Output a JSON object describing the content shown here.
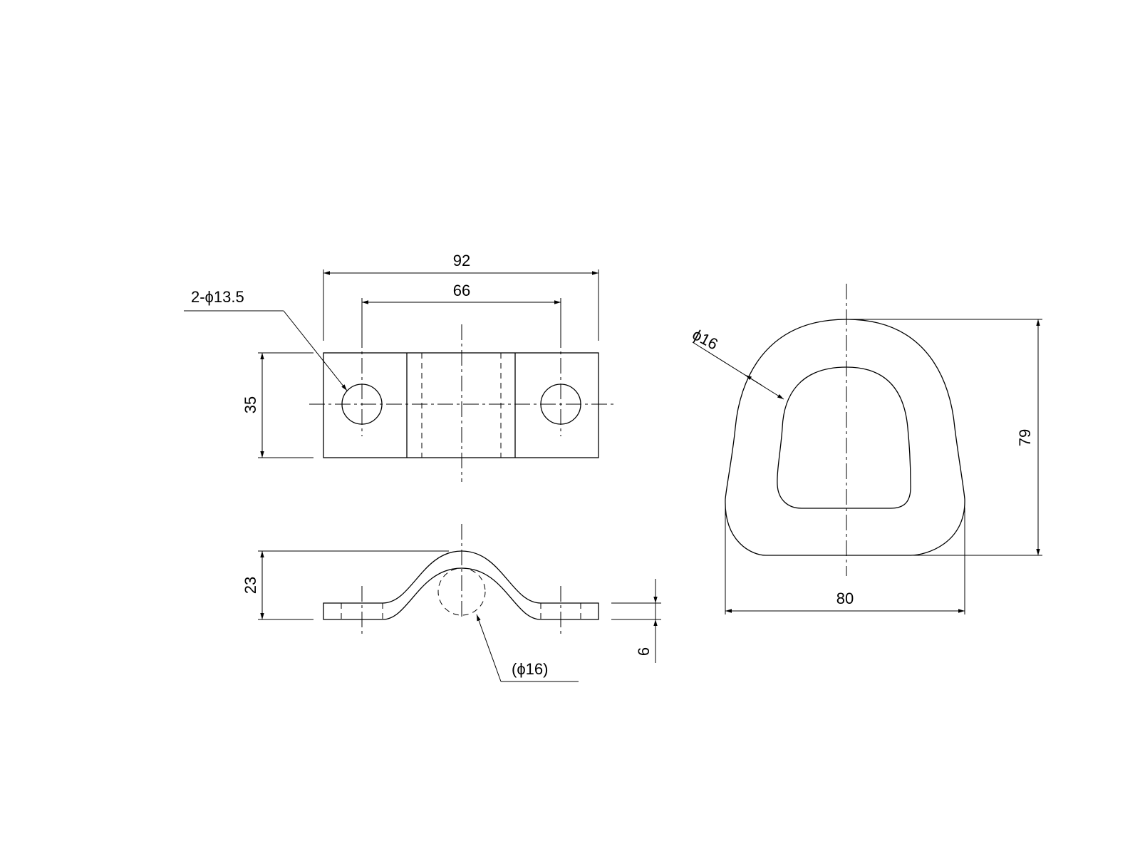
{
  "drawing": {
    "dimensions": {
      "overall_width": "92",
      "hole_spacing": "66",
      "holes": "2-ϕ13.5",
      "plate_height": "35",
      "profile_height": "23",
      "thickness": "6",
      "bend_diameter": "(ϕ16)",
      "ring_diameter": "ϕ16",
      "ring_height": "79",
      "ring_width": "80"
    }
  }
}
